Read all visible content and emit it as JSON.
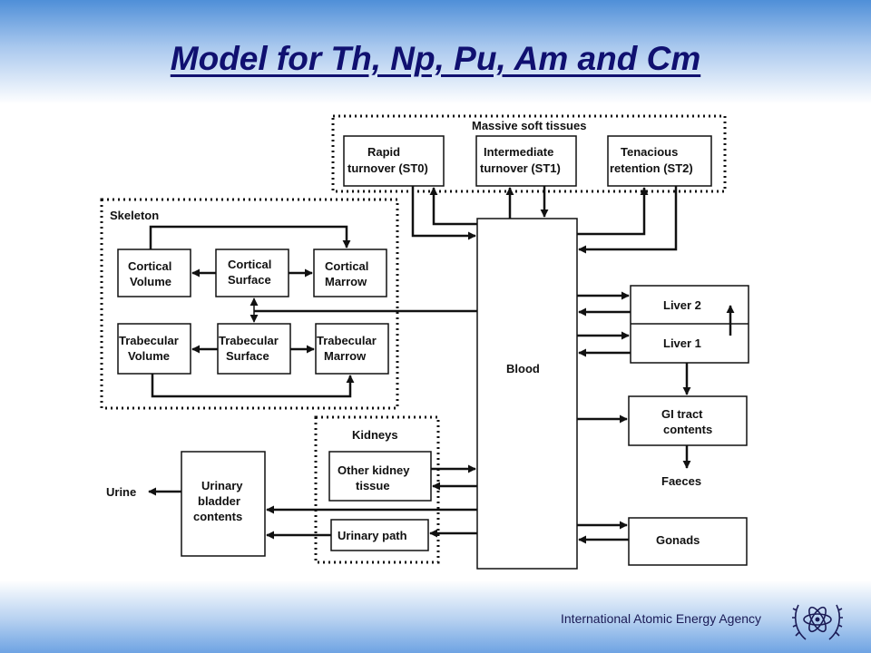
{
  "title": "Model for Th, Np, Pu, Am and Cm",
  "footer": {
    "organization": "International Atomic Energy Agency",
    "logo_icon": "iaea-logo-icon"
  },
  "groups": {
    "soft_tissues": "Massive soft tissues",
    "skeleton": "Skeleton",
    "kidneys": "Kidneys"
  },
  "boxes": {
    "st0": [
      "Rapid",
      "turnover (ST0)"
    ],
    "st1": [
      "Intermediate",
      "turnover (ST1)"
    ],
    "st2": [
      "Tenacious",
      "retention (ST2)"
    ],
    "cortical_volume": [
      "Cortical",
      "Volume"
    ],
    "cortical_surface": [
      "Cortical",
      "Surface"
    ],
    "cortical_marrow": [
      "Cortical",
      "Marrow"
    ],
    "trabecular_volume": [
      "Trabecular",
      "Volume"
    ],
    "trabecular_surface": [
      "Trabecular",
      "Surface"
    ],
    "trabecular_marrow": [
      "Trabecular",
      "Marrow"
    ],
    "blood": "Blood",
    "liver2": "Liver 2",
    "liver1": "Liver 1",
    "gi_tract": [
      "GI tract",
      "contents"
    ],
    "gonads": "Gonads",
    "other_kidney": [
      "Other kidney",
      "tissue"
    ],
    "urinary_path": "Urinary path",
    "urinary_bladder": [
      "Urinary",
      "bladder",
      "contents"
    ]
  },
  "outputs": {
    "urine": "Urine",
    "faeces": "Faeces"
  },
  "colors": {
    "title": "#101070",
    "header_gradient_top": "#4f8fd8",
    "footer_gradient_bottom": "#6ea3e3",
    "line": "#111111"
  }
}
